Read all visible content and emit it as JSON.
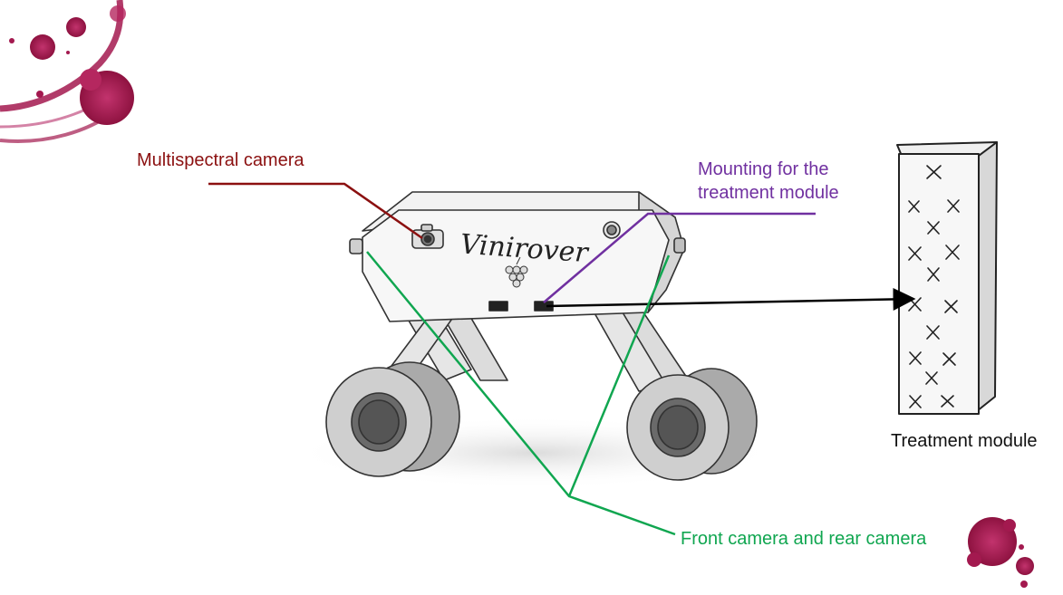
{
  "labels": {
    "multispectral_camera": "Multispectral camera",
    "mounting_line1": "Mounting for the",
    "mounting_line2": "treatment module",
    "treatment_module": "Treatment module",
    "front_rear_camera": "Front camera and rear camera"
  },
  "robot": {
    "logo_text": "Vinirover"
  },
  "colors": {
    "multispectral": "#8b1010",
    "mounting": "#7030a0",
    "cameras": "#10a650",
    "arrow": "#000000",
    "wine_stain": "#a3194f"
  }
}
